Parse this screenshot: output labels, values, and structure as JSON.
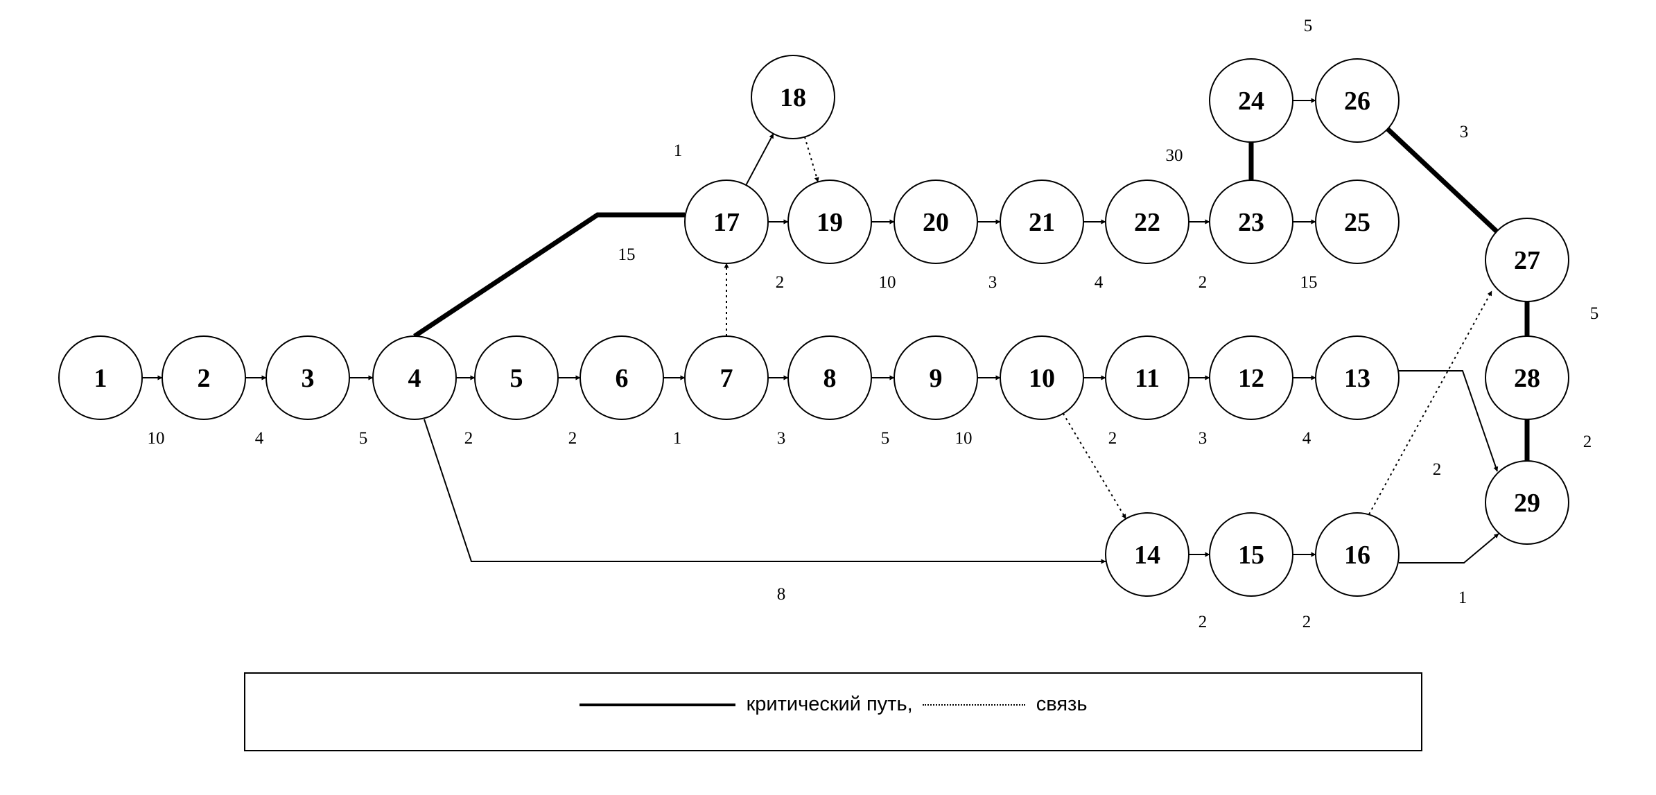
{
  "nodes": [
    {
      "id": "n1",
      "label": "1"
    },
    {
      "id": "n2",
      "label": "2"
    },
    {
      "id": "n3",
      "label": "3"
    },
    {
      "id": "n4",
      "label": "4"
    },
    {
      "id": "n5",
      "label": "5"
    },
    {
      "id": "n6",
      "label": "6"
    },
    {
      "id": "n7",
      "label": "7"
    },
    {
      "id": "n8",
      "label": "8"
    },
    {
      "id": "n9",
      "label": "9"
    },
    {
      "id": "n10",
      "label": "10"
    },
    {
      "id": "n11",
      "label": "11"
    },
    {
      "id": "n12",
      "label": "12"
    },
    {
      "id": "n13",
      "label": "13"
    },
    {
      "id": "n14",
      "label": "14"
    },
    {
      "id": "n15",
      "label": "15"
    },
    {
      "id": "n16",
      "label": "16"
    },
    {
      "id": "n17",
      "label": "17"
    },
    {
      "id": "n18",
      "label": "18"
    },
    {
      "id": "n19",
      "label": "19"
    },
    {
      "id": "n20",
      "label": "20"
    },
    {
      "id": "n21",
      "label": "21"
    },
    {
      "id": "n22",
      "label": "22"
    },
    {
      "id": "n23",
      "label": "23"
    },
    {
      "id": "n24",
      "label": "24"
    },
    {
      "id": "n25",
      "label": "25"
    },
    {
      "id": "n26",
      "label": "26"
    },
    {
      "id": "n27",
      "label": "27"
    },
    {
      "id": "n28",
      "label": "28"
    },
    {
      "id": "n29",
      "label": "29"
    }
  ],
  "edges": [
    {
      "from": "1",
      "to": "2",
      "style": "solid"
    },
    {
      "from": "2",
      "to": "3",
      "style": "solid"
    },
    {
      "from": "3",
      "to": "4",
      "style": "solid"
    },
    {
      "from": "4",
      "to": "5",
      "style": "solid"
    },
    {
      "from": "5",
      "to": "6",
      "style": "solid"
    },
    {
      "from": "6",
      "to": "7",
      "style": "solid"
    },
    {
      "from": "7",
      "to": "8",
      "style": "solid"
    },
    {
      "from": "8",
      "to": "9",
      "style": "solid"
    },
    {
      "from": "9",
      "to": "10",
      "style": "solid"
    },
    {
      "from": "10",
      "to": "11",
      "style": "solid"
    },
    {
      "from": "11",
      "to": "12",
      "style": "solid"
    },
    {
      "from": "12",
      "to": "13",
      "style": "solid"
    },
    {
      "from": "13",
      "to": "29",
      "style": "solid"
    },
    {
      "from": "4",
      "to": "14",
      "style": "solid"
    },
    {
      "from": "10",
      "to": "14",
      "style": "dotted"
    },
    {
      "from": "14",
      "to": "15",
      "style": "solid"
    },
    {
      "from": "15",
      "to": "16",
      "style": "solid"
    },
    {
      "from": "16",
      "to": "29",
      "style": "solid"
    },
    {
      "from": "16",
      "to": "27",
      "style": "dotted"
    },
    {
      "from": "4",
      "to": "17",
      "style": "critical"
    },
    {
      "from": "7",
      "to": "17",
      "style": "dotted"
    },
    {
      "from": "17",
      "to": "18",
      "style": "solid"
    },
    {
      "from": "18",
      "to": "19",
      "style": "dotted"
    },
    {
      "from": "17",
      "to": "19",
      "style": "solid"
    },
    {
      "from": "19",
      "to": "20",
      "style": "solid"
    },
    {
      "from": "20",
      "to": "21",
      "style": "solid"
    },
    {
      "from": "21",
      "to": "22",
      "style": "solid"
    },
    {
      "from": "22",
      "to": "23",
      "style": "solid"
    },
    {
      "from": "23",
      "to": "24",
      "style": "critical"
    },
    {
      "from": "23",
      "to": "25",
      "style": "solid"
    },
    {
      "from": "24",
      "to": "26",
      "style": "solid"
    },
    {
      "from": "26",
      "to": "27",
      "style": "critical"
    },
    {
      "from": "27",
      "to": "28",
      "style": "critical"
    },
    {
      "from": "28",
      "to": "29",
      "style": "critical"
    }
  ],
  "durations": [
    {
      "id": "d1",
      "text": "10"
    },
    {
      "id": "d2",
      "text": "4"
    },
    {
      "id": "d3",
      "text": "5"
    },
    {
      "id": "d4",
      "text": "2"
    },
    {
      "id": "d5",
      "text": "2"
    },
    {
      "id": "d6",
      "text": "1"
    },
    {
      "id": "d7",
      "text": "3"
    },
    {
      "id": "d8",
      "text": "5"
    },
    {
      "id": "d9",
      "text": "10"
    },
    {
      "id": "d10",
      "text": "2"
    },
    {
      "id": "d11",
      "text": "3"
    },
    {
      "id": "d12",
      "text": "4"
    },
    {
      "id": "d13",
      "text": "8"
    },
    {
      "id": "d14",
      "text": "2"
    },
    {
      "id": "d15",
      "text": "2"
    },
    {
      "id": "d16",
      "text": "1"
    },
    {
      "id": "d17",
      "text": "2"
    },
    {
      "id": "d18",
      "text": "15"
    },
    {
      "id": "d19",
      "text": "1"
    },
    {
      "id": "d20",
      "text": "2"
    },
    {
      "id": "d21",
      "text": "10"
    },
    {
      "id": "d22",
      "text": "3"
    },
    {
      "id": "d23",
      "text": "4"
    },
    {
      "id": "d24",
      "text": "2"
    },
    {
      "id": "d25",
      "text": "30"
    },
    {
      "id": "d26",
      "text": "15"
    },
    {
      "id": "d27",
      "text": "5"
    },
    {
      "id": "d28",
      "text": "3"
    },
    {
      "id": "d29",
      "text": "5"
    },
    {
      "id": "d30",
      "text": "2"
    }
  ],
  "legend": {
    "critical_label": "критический путь,",
    "link_label": "связь"
  }
}
